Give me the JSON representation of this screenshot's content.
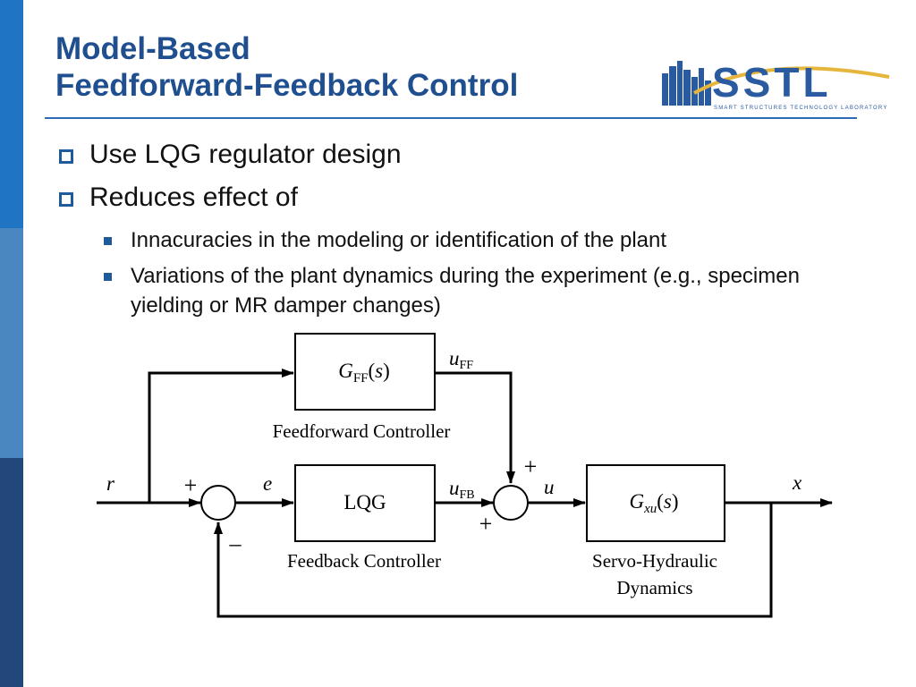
{
  "slide": {
    "title_line1": "Model-Based",
    "title_line2": "Feedforward-Feedback Control",
    "bullets": [
      "Use LQG regulator design",
      "Reduces effect of"
    ],
    "sub_bullets": [
      "Innacuracies in the modeling or identification of the plant",
      "Variations of the plant dynamics during the experiment (e.g., specimen yielding or MR damper changes)"
    ]
  },
  "logo": {
    "wordmark": "SSTL",
    "tagline": "SMART STRUCTURES TECHNOLOGY LABORATORY"
  },
  "diagram": {
    "signals": {
      "r": "r",
      "e": "e",
      "u": "u",
      "x": "x",
      "u_ff_main": "u",
      "u_ff_sub": "FF",
      "u_fb_main": "u",
      "u_fb_sub": "FB"
    },
    "blocks": {
      "gff_main": "G",
      "gff_sub": "FF",
      "gff_arg_open": "(",
      "gff_arg": "s",
      "gff_arg_close": ")",
      "lqg": "LQG",
      "gxu_main": "G",
      "gxu_sub": "xu",
      "gxu_arg_open": "(",
      "gxu_arg": "s",
      "gxu_arg_close": ")"
    },
    "captions": {
      "feedforward": "Feedforward  Controller",
      "feedback": "Feedback Controller",
      "plant_line1": "Servo-Hydraulic",
      "plant_line2": "Dynamics"
    },
    "signs": {
      "sum1_plus": "+",
      "sum1_minus": "–",
      "sum2_plus_top": "+",
      "sum2_plus_bottom": "+"
    }
  }
}
